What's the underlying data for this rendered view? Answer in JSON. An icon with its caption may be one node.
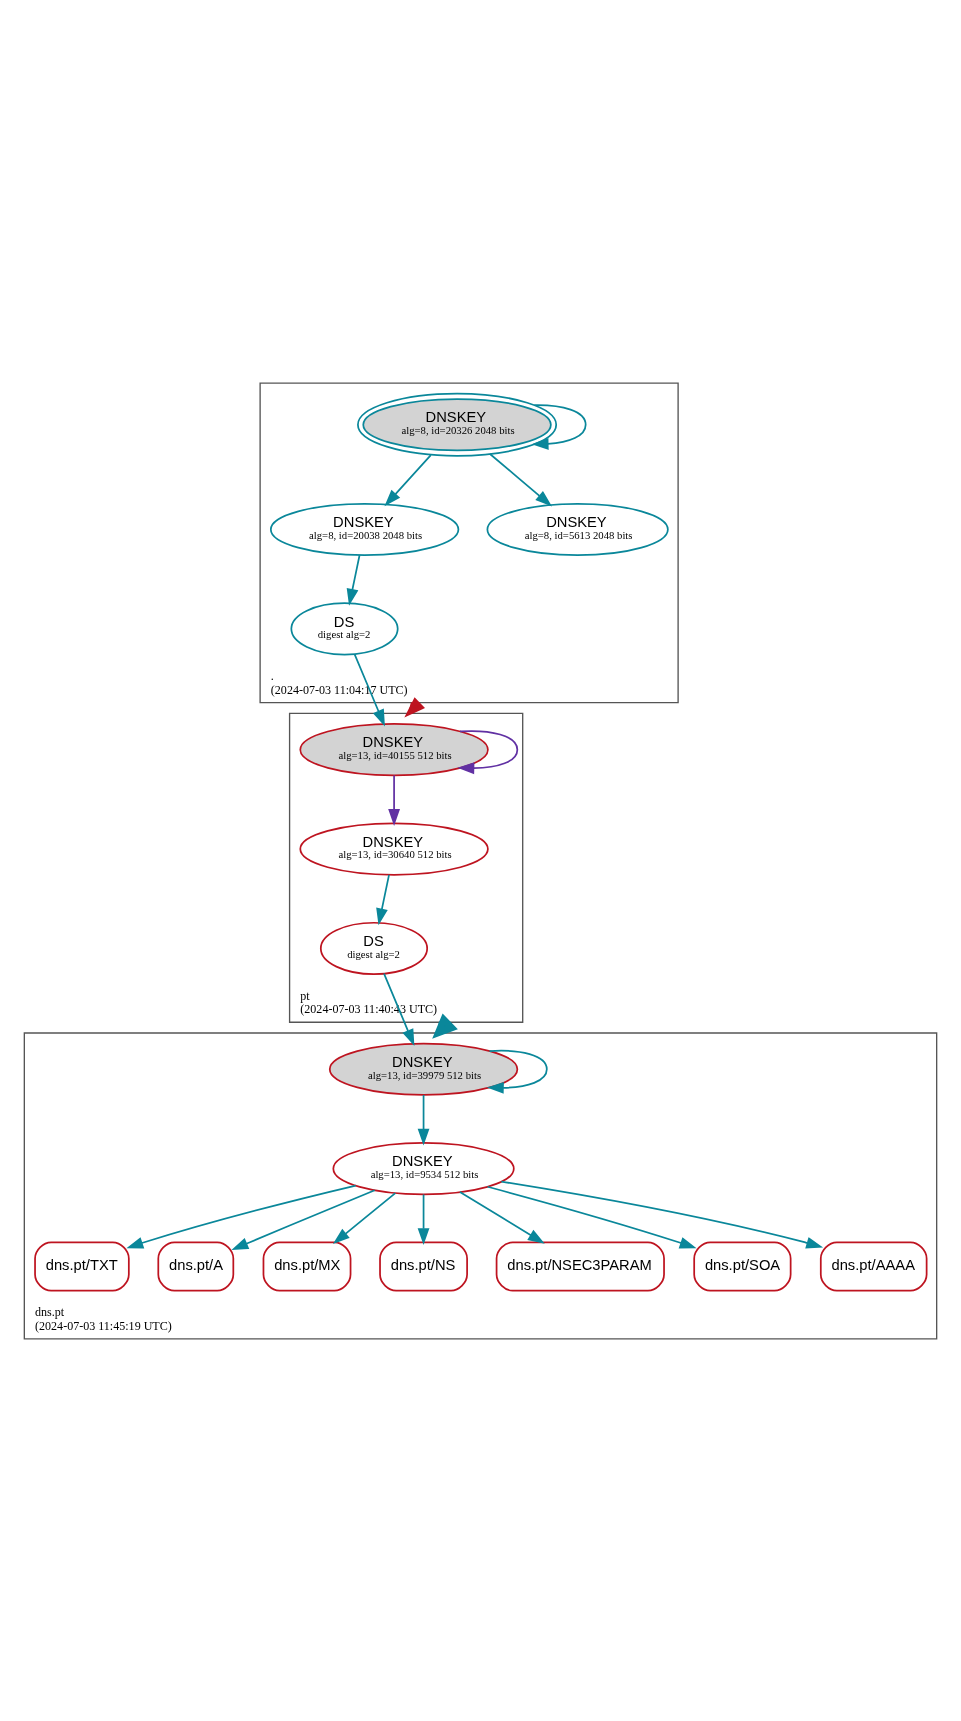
{
  "diagram": {
    "nodes": [
      {
        "text": [
          ".",
          "(2024-07-03 11:04:17 UTC)"
        ]
      },
      {
        "text": [
          "DNSKEY",
          "alg=8, id=20326 2048 bits"
        ],
        "in": 0
      },
      {
        "text": [
          "DNSKEY",
          "alg=8, id=20038 2048 bits"
        ],
        "in": 0
      },
      {
        "text": [
          "DNSKEY",
          "alg=8, id=5613 2048 bits"
        ],
        "in": 0
      },
      {
        "text": [
          "DS",
          "digest alg=2"
        ],
        "in": 0
      },
      {
        "text": [
          "pt",
          "(2024-07-03 11:40:43 UTC)"
        ]
      },
      {
        "text": [
          "DNSKEY",
          "alg=13, id=40155 512 bits"
        ],
        "in": 5
      },
      {
        "text": [
          "DNSKEY",
          "alg=13, id=30640 512 bits"
        ],
        "in": 5
      },
      {
        "text": [
          "DS",
          "digest alg=2"
        ],
        "in": 5
      },
      {
        "text": [
          "dns.pt",
          "(2024-07-03 11:45:19 UTC)"
        ]
      },
      {
        "text": [
          "DNSKEY",
          "alg=13, id=39979 512 bits"
        ],
        "in": 9
      },
      {
        "text": [
          "DNSKEY",
          "alg=13, id=9534 512 bits"
        ],
        "in": 9
      },
      {
        "text": [
          "dns.pt/TXT"
        ],
        "in": 9
      },
      {
        "text": [
          "dns.pt/A"
        ],
        "in": 9
      },
      {
        "text": [
          "dns.pt/MX"
        ],
        "in": 9
      },
      {
        "text": [
          "dns.pt/NS"
        ],
        "in": 9
      },
      {
        "text": [
          "dns.pt/NSEC3PARAM"
        ],
        "in": 9
      },
      {
        "text": [
          "dns.pt/SOA"
        ],
        "in": 9
      },
      {
        "text": [
          "dns.pt/AAAA"
        ],
        "in": 9
      }
    ],
    "edges": [
      {
        "from": 1,
        "to": 1,
        "arrow": "to"
      },
      {
        "from": 1,
        "to": 2,
        "arrow": "to"
      },
      {
        "from": 1,
        "to": 3,
        "arrow": "to"
      },
      {
        "from": 2,
        "to": 4,
        "arrow": "to"
      },
      {
        "from": 0,
        "to": 5,
        "arrow": "to",
        "style": "dashed",
        "color": "#be1420"
      },
      {
        "from": 4,
        "to": 6,
        "arrow": "to"
      },
      {
        "from": 6,
        "to": 6,
        "arrow": "to",
        "color": "#6131a3"
      },
      {
        "from": 6,
        "to": 7,
        "arrow": "to",
        "color": "#6131a3"
      },
      {
        "from": 7,
        "to": 8,
        "arrow": "to"
      },
      {
        "from": 5,
        "to": 9,
        "arrow": "to",
        "style": "thick"
      },
      {
        "from": 8,
        "to": 10,
        "arrow": "to"
      },
      {
        "from": 10,
        "to": 10,
        "arrow": "to"
      },
      {
        "from": 10,
        "to": 11,
        "arrow": "to"
      },
      {
        "from": 11,
        "to": 12,
        "arrow": "to"
      },
      {
        "from": 11,
        "to": 13,
        "arrow": "to"
      },
      {
        "from": 11,
        "to": 14,
        "arrow": "to"
      },
      {
        "from": 11,
        "to": 15,
        "arrow": "to"
      },
      {
        "from": 11,
        "to": 16,
        "arrow": "to"
      },
      {
        "from": 11,
        "to": 17,
        "arrow": "to"
      },
      {
        "from": 11,
        "to": 18,
        "arrow": "to"
      }
    ]
  }
}
